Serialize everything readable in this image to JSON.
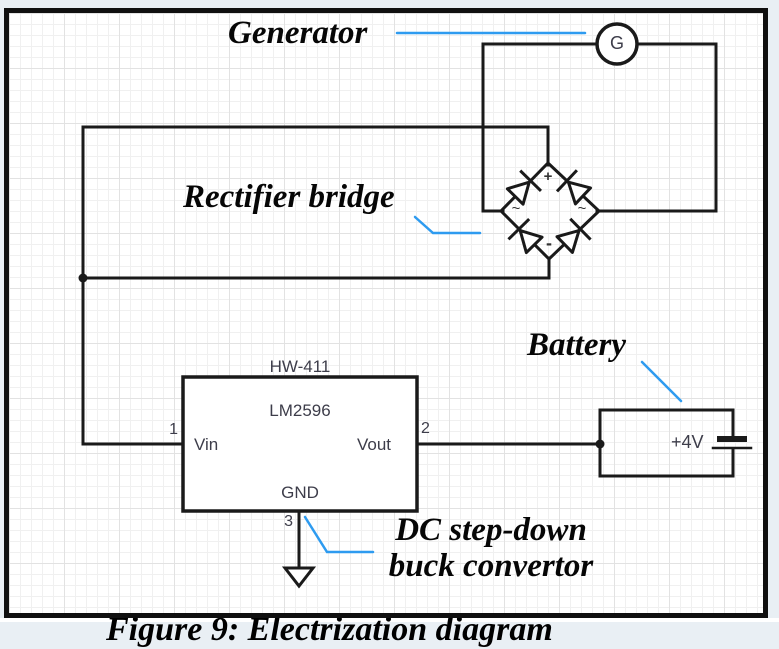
{
  "figure": {
    "caption": "Figure 9: Electrization diagram"
  },
  "callouts": {
    "generator": "Generator",
    "rectifier": "Rectifier bridge",
    "battery": "Battery",
    "buck_line1": "DC step-down",
    "buck_line2": "buck convertor"
  },
  "module": {
    "board": "HW-411",
    "chip": "LM2596",
    "pin_in_label": "Vin",
    "pin_out_label": "Vout",
    "pin_gnd_label": "GND",
    "pin_in_num": "1",
    "pin_out_num": "2",
    "pin_gnd_num": "3"
  },
  "generator": {
    "symbol": "G"
  },
  "battery": {
    "voltage": "+4V"
  },
  "bridge": {
    "plus": "+",
    "minus": "-",
    "ac_left": "~",
    "ac_right": "~"
  },
  "colors": {
    "callout_blue": "#2e9bf0",
    "wire_black": "#1a1a1a",
    "page_margin": "#e9eff4"
  }
}
